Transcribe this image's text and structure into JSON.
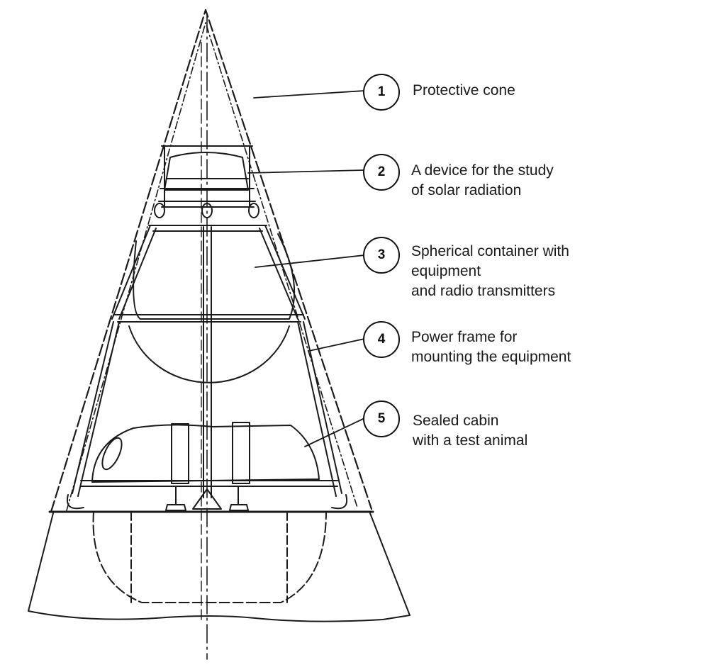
{
  "callouts": [
    {
      "number": "1",
      "lines": [
        "Protective cone"
      ]
    },
    {
      "number": "2",
      "lines": [
        "A device for the study",
        "of solar radiation"
      ]
    },
    {
      "number": "3",
      "lines": [
        "Spherical container with",
        "equipment",
        "and radio transmitters"
      ]
    },
    {
      "number": "4",
      "lines": [
        "Power frame for",
        "mounting the equipment"
      ]
    },
    {
      "number": "5",
      "lines": [
        "Sealed cabin",
        "with a test animal"
      ]
    }
  ]
}
